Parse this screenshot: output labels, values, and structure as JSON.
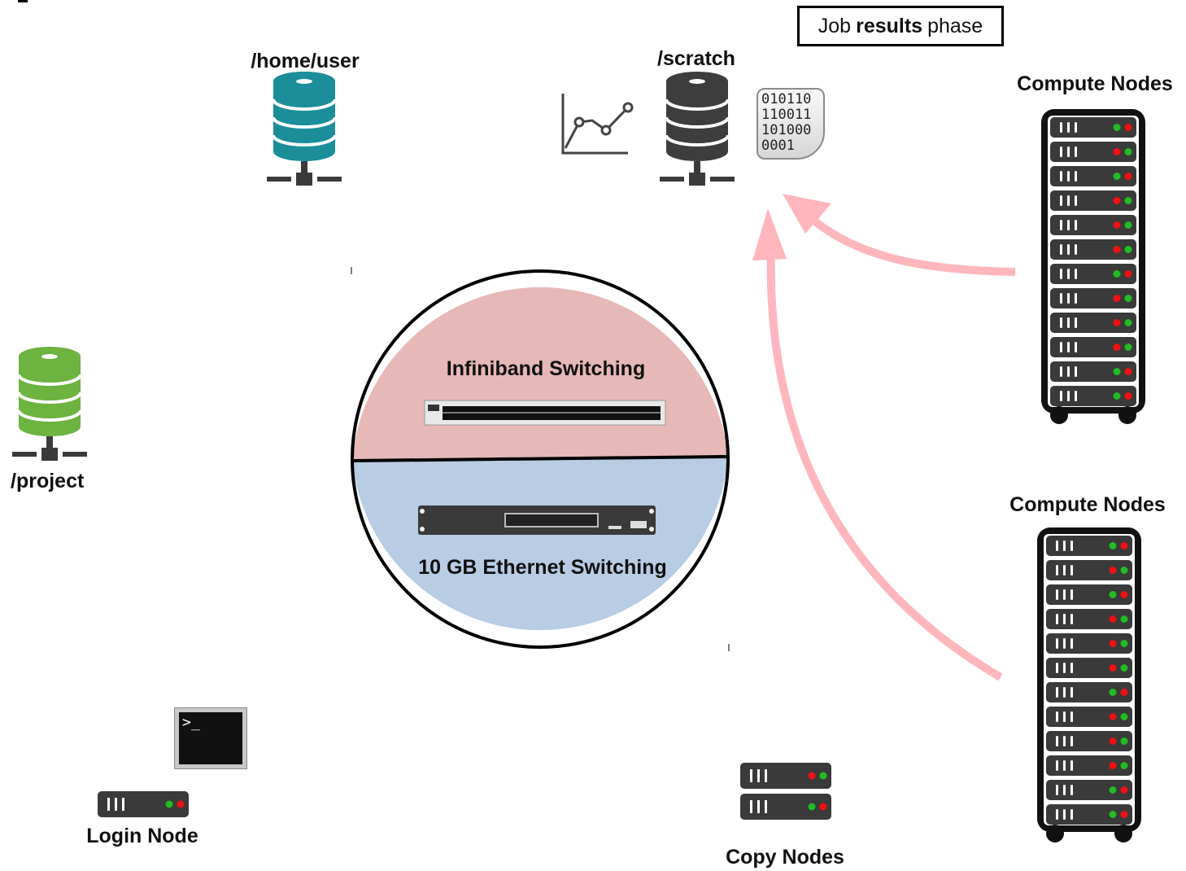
{
  "phase": {
    "prefix": "Job",
    "bold": "results",
    "suffix": "phase"
  },
  "storage": {
    "home": {
      "label": "/home/user",
      "color": "#1b8e9a"
    },
    "scratch": {
      "label": "/scratch",
      "color": "#3d3d3d"
    },
    "project": {
      "label": "/project",
      "color": "#6db33f"
    }
  },
  "network": {
    "infiniband": {
      "label": "Infiniband Switching",
      "color": "#e6b8b7"
    },
    "ethernet": {
      "label": "10 GB Ethernet Switching",
      "color": "#b8cce4"
    }
  },
  "nodes": {
    "compute_top": {
      "label": "Compute Nodes"
    },
    "compute_bottom": {
      "label": "Compute Nodes"
    },
    "login": {
      "label": "Login Node"
    },
    "copy": {
      "label": "Copy Nodes"
    }
  },
  "binary_file": {
    "lines": [
      "010110",
      "110011",
      "101000",
      "0001"
    ]
  },
  "terminal": {
    "prompt": ">_"
  },
  "icons": [
    "database-icon",
    "chart-icon",
    "binary-file-icon",
    "server-rack-icon",
    "server-icon",
    "terminal-icon",
    "network-switch-icon"
  ],
  "colors": {
    "arrow": "#ffb6bd",
    "led_green": "#22bb22",
    "led_red": "#ee1111",
    "server_body": "#3a3a3a"
  }
}
